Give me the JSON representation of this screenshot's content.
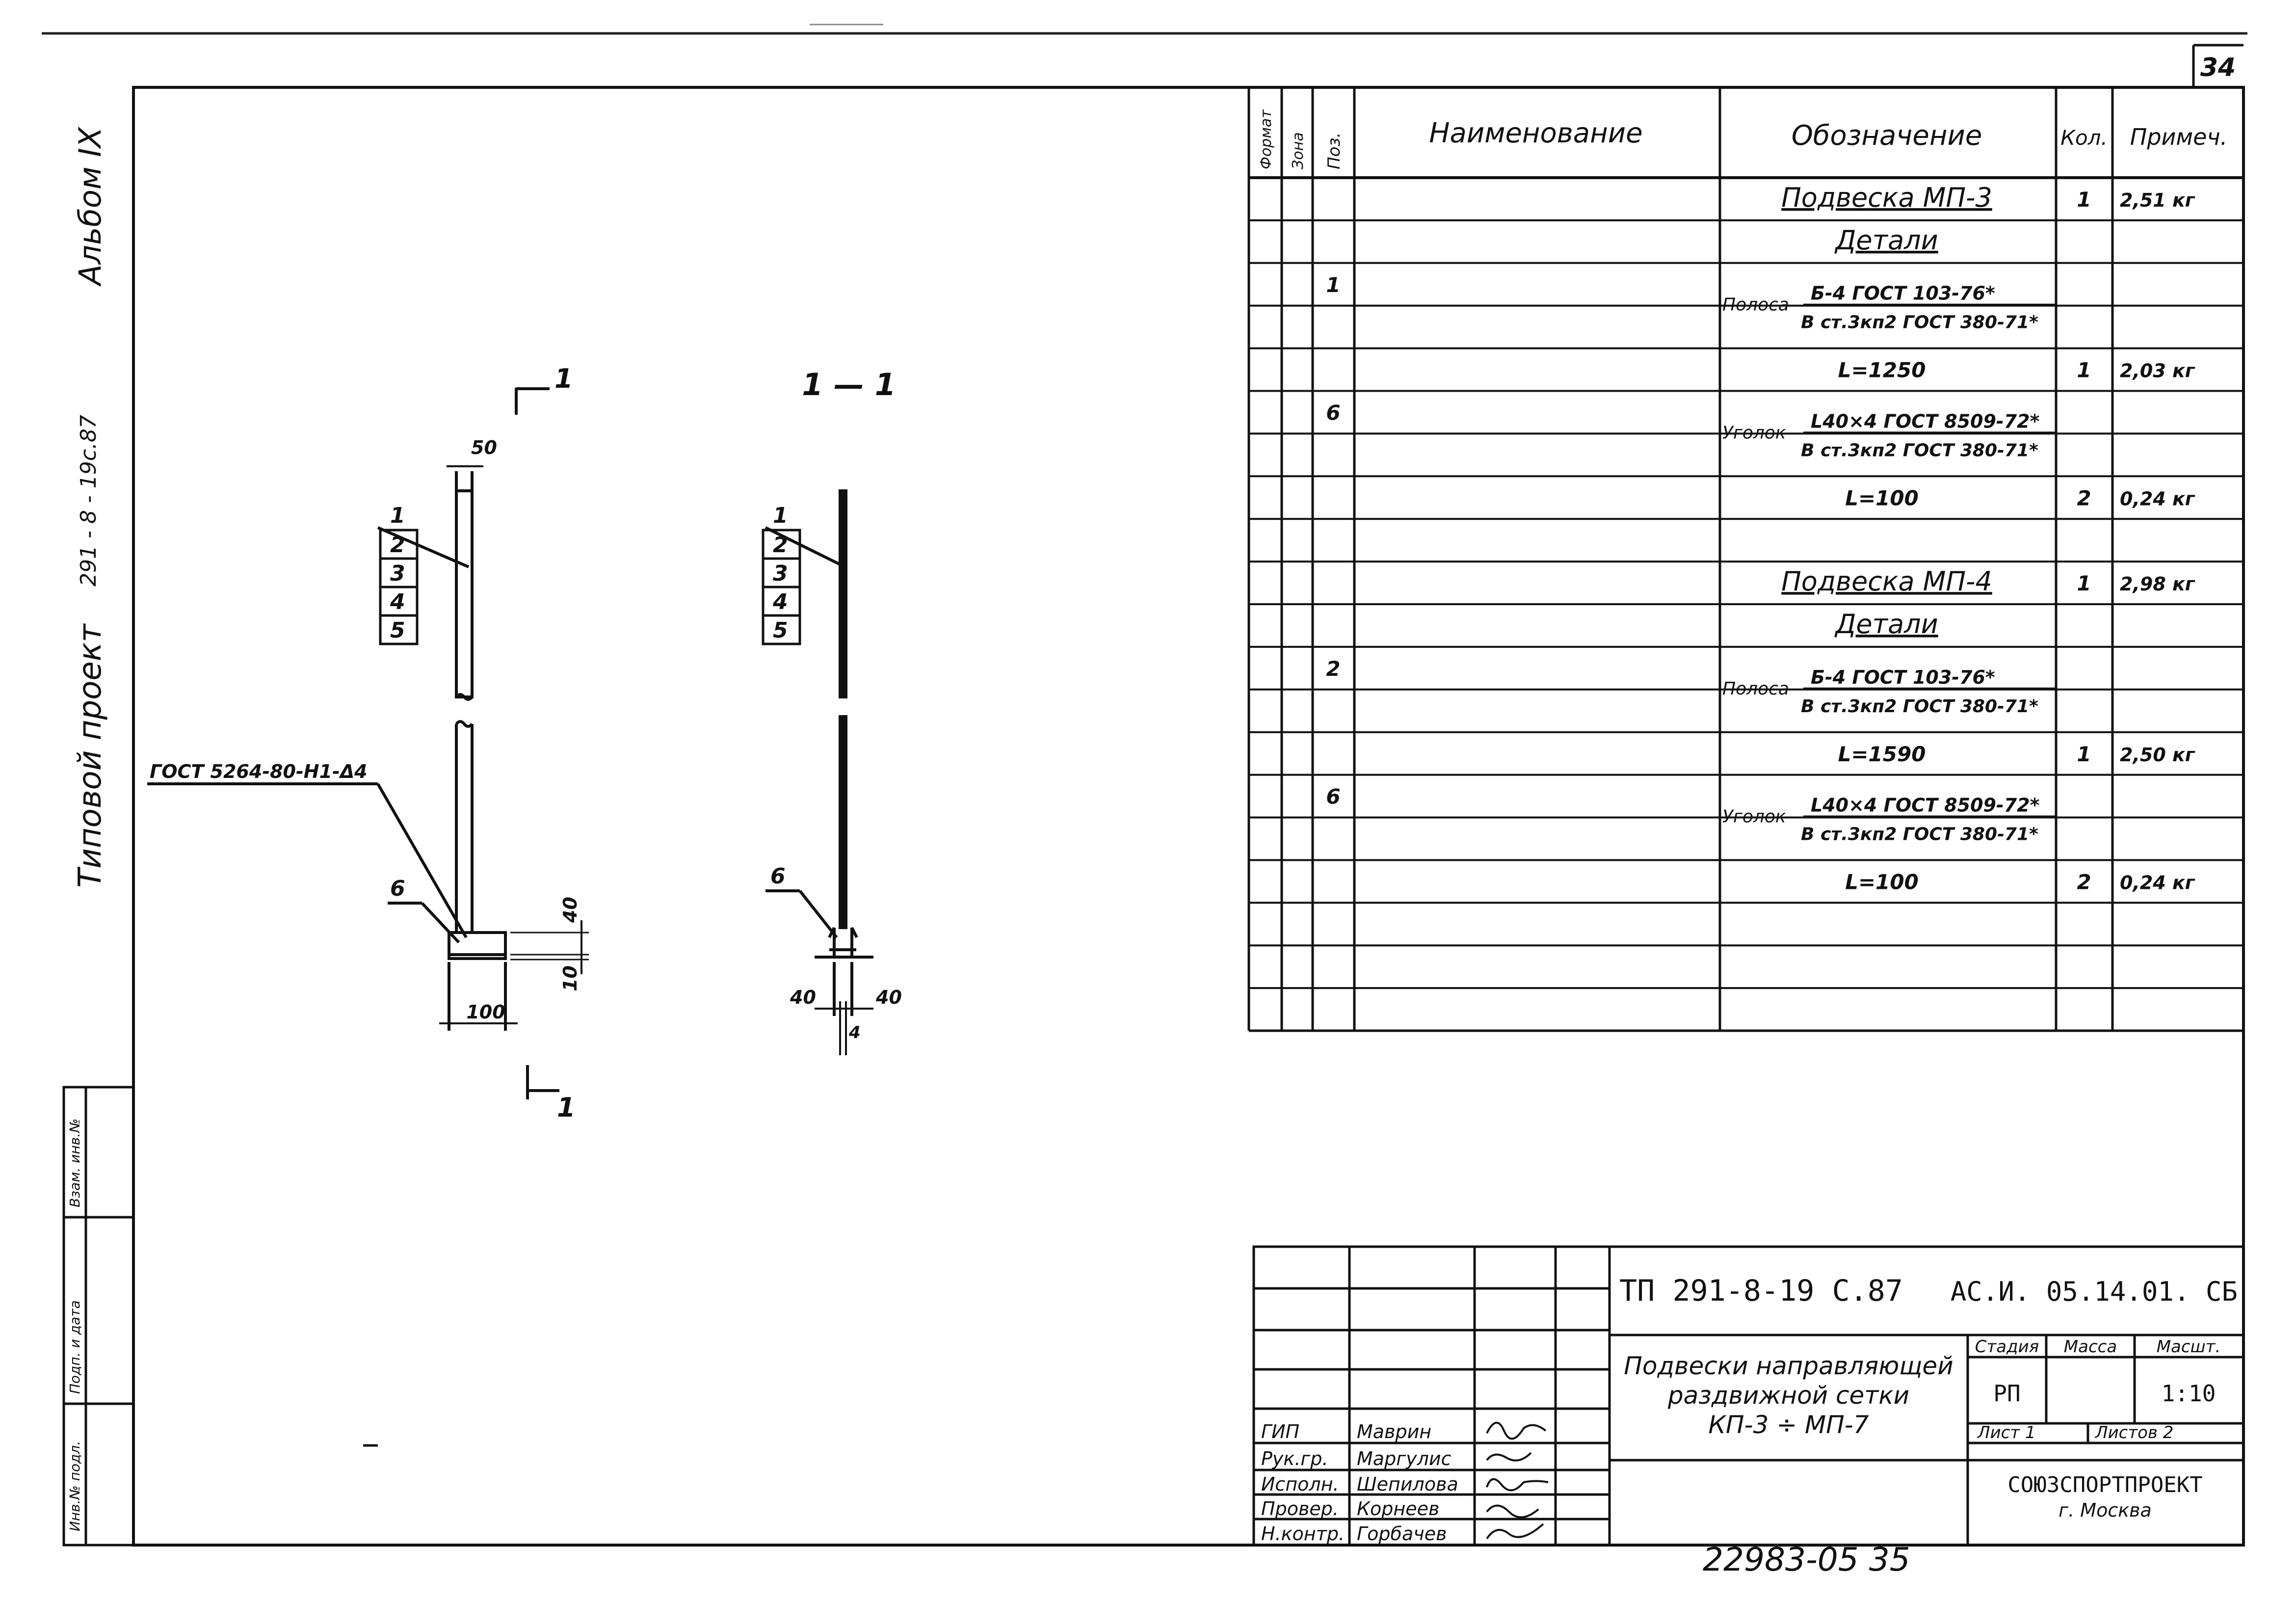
{
  "sheet": {
    "page_number": "34",
    "archive_number": "22983-05   35"
  },
  "left_margin": {
    "album": "Альбом IX",
    "project_code": "291 - 8 - 19с.87",
    "project_type": "Типовой проект",
    "stamp_cells": [
      "Инв.№ подл.",
      "Подп. и дата",
      "Взам. инв.№"
    ]
  },
  "drawing": {
    "view_left": {
      "section_mark_top": "1",
      "section_mark_bottom": "1",
      "dim_width": "50",
      "dim_base": "100",
      "dim_h1": "40",
      "dim_h2": "10",
      "position_labels": [
        "1",
        "2",
        "3",
        "4",
        "5"
      ],
      "label_6": "6",
      "weld_note": "ГОСТ 5264-80-Н1-Δ4"
    },
    "section_view": {
      "title": "1 — 1",
      "position_labels": [
        "1",
        "2",
        "3",
        "4",
        "5"
      ],
      "label_6": "6",
      "dim_left": "40",
      "dim_right": "40",
      "dim_thick": "4"
    }
  },
  "spec_table": {
    "headers": [
      "Формат",
      "Зона",
      "Поз.",
      "Наименование",
      "Обозначение",
      "Кол.",
      "Примеч."
    ],
    "rows": [
      {
        "pos": "",
        "prefix": "",
        "designation": "Подвеска МП-3",
        "style": "title",
        "qty": "1",
        "note": "2,51 кг"
      },
      {
        "pos": "",
        "prefix": "",
        "designation": "Детали",
        "style": "title",
        "qty": "",
        "note": ""
      },
      {
        "pos": "1",
        "prefix": "Полоса",
        "designation": "Б-4 ГОСТ 103-76*",
        "style": "frac_top",
        "qty": "",
        "note": ""
      },
      {
        "pos": "",
        "prefix": "",
        "designation": "В ст.3кп2 ГОСТ 380-71*",
        "style": "frac_bottom",
        "qty": "",
        "note": ""
      },
      {
        "pos": "",
        "prefix": "",
        "designation": "L=1250",
        "style": "plain",
        "qty": "1",
        "note": "2,03 кг"
      },
      {
        "pos": "6",
        "prefix": "Уголок",
        "designation": "L40×4 ГОСТ 8509-72*",
        "style": "frac_top",
        "qty": "",
        "note": ""
      },
      {
        "pos": "",
        "prefix": "",
        "designation": "В ст.3кп2 ГОСТ 380-71*",
        "style": "frac_bottom",
        "qty": "",
        "note": ""
      },
      {
        "pos": "",
        "prefix": "",
        "designation": "L=100",
        "style": "plain",
        "qty": "2",
        "note": "0,24 кг"
      },
      {
        "pos": "",
        "prefix": "",
        "designation": "",
        "style": "plain",
        "qty": "",
        "note": ""
      },
      {
        "pos": "",
        "prefix": "",
        "designation": "Подвеска МП-4",
        "style": "title",
        "qty": "1",
        "note": "2,98 кг"
      },
      {
        "pos": "",
        "prefix": "",
        "designation": "Детали",
        "style": "title",
        "qty": "",
        "note": ""
      },
      {
        "pos": "2",
        "prefix": "Полоса",
        "designation": "Б-4 ГОСТ 103-76*",
        "style": "frac_top",
        "qty": "",
        "note": ""
      },
      {
        "pos": "",
        "prefix": "",
        "designation": "В ст.3кп2 ГОСТ 380-71*",
        "style": "frac_bottom",
        "qty": "",
        "note": ""
      },
      {
        "pos": "",
        "prefix": "",
        "designation": "L=1590",
        "style": "plain",
        "qty": "1",
        "note": "2,50 кг"
      },
      {
        "pos": "6",
        "prefix": "Уголок",
        "designation": "L40×4 ГОСТ 8509-72*",
        "style": "frac_top",
        "qty": "",
        "note": ""
      },
      {
        "pos": "",
        "prefix": "",
        "designation": "В ст.3кп2 ГОСТ 380-71*",
        "style": "frac_bottom",
        "qty": "",
        "note": ""
      },
      {
        "pos": "",
        "prefix": "",
        "designation": "L=100",
        "style": "plain",
        "qty": "2",
        "note": "0,24 кг"
      },
      {
        "pos": "",
        "prefix": "",
        "designation": "",
        "style": "plain",
        "qty": "",
        "note": ""
      },
      {
        "pos": "",
        "prefix": "",
        "designation": "",
        "style": "plain",
        "qty": "",
        "note": ""
      },
      {
        "pos": "",
        "prefix": "",
        "designation": "",
        "style": "plain",
        "qty": "",
        "note": ""
      }
    ]
  },
  "title_block": {
    "doc_code": "ТП 291-8-19 С.87",
    "sheet_code": "АС.И. 05.14.01. СБ",
    "title_lines": [
      "Подвески направляющей",
      "раздвижной сетки",
      "КП-3 ÷ МП-7"
    ],
    "stage_label": "Стадия",
    "mass_label": "Масса",
    "scale_label": "Масшт.",
    "stage": "РП",
    "mass": "",
    "scale": "1:10",
    "sheet_label": "Лист 1",
    "sheets_label": "Листов 2",
    "org": "СОЮЗСПОРТПРОЕКТ",
    "city": "г. Москва",
    "signers": [
      {
        "role": "ГИП",
        "name": "Маврин"
      },
      {
        "role": "Рук.гр.",
        "name": "Маргулис"
      },
      {
        "role": "Исполн.",
        "name": "Шепилова"
      },
      {
        "role": "Провер.",
        "name": "Корнеев"
      },
      {
        "role": "Н.контр.",
        "name": "Горбачев"
      }
    ]
  }
}
